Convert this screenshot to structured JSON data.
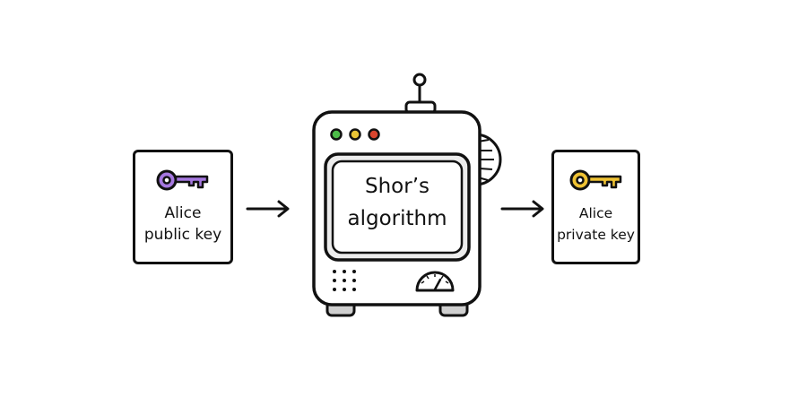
{
  "nodes": {
    "input": {
      "line1": "Alice",
      "line2": "public key",
      "key_icon": "key-icon",
      "key_color": "#a678e0"
    },
    "process": {
      "line1": "Shor’s",
      "line2": "algorithm",
      "icon": "robot-machine-icon",
      "lights": [
        "#4cbb48",
        "#e8c436",
        "#d9452e"
      ]
    },
    "output": {
      "line1": "Alice",
      "line2": "private key",
      "key_icon": "key-icon",
      "key_color": "#efc233"
    }
  },
  "edges": [
    {
      "from": "input",
      "to": "process"
    },
    {
      "from": "process",
      "to": "output"
    }
  ]
}
